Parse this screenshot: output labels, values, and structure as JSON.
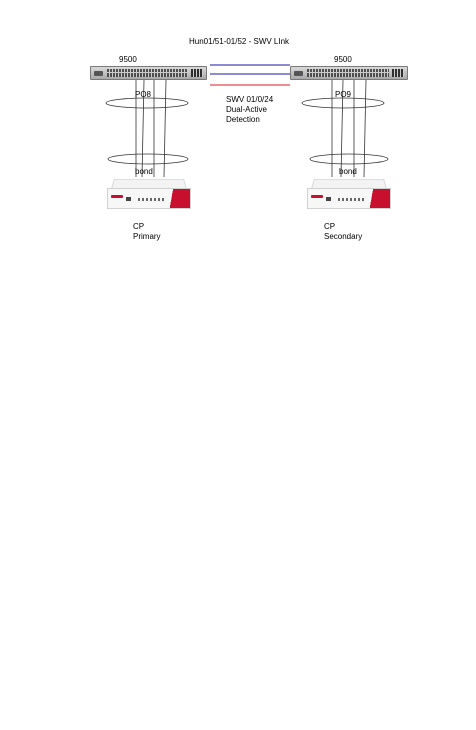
{
  "title": "Hun01/51-01/52 - SWV LInk",
  "switches": {
    "left": {
      "model": "9500",
      "port_channel": "PO8"
    },
    "right": {
      "model": "9500",
      "port_channel": "PO9"
    }
  },
  "dual_active": {
    "line1": "SWV 01/0/24",
    "line2": "Dual-Active",
    "line3": "Detection"
  },
  "firewalls": {
    "primary": {
      "bond": "bond",
      "line1": "CP",
      "line2": "Primary"
    },
    "secondary": {
      "bond": "bond",
      "line1": "CP",
      "line2": "Secondary"
    }
  },
  "colors": {
    "svl_link": "#1a1aa8",
    "dad_link": "#d42020",
    "brand_accent": "#c8102e"
  }
}
